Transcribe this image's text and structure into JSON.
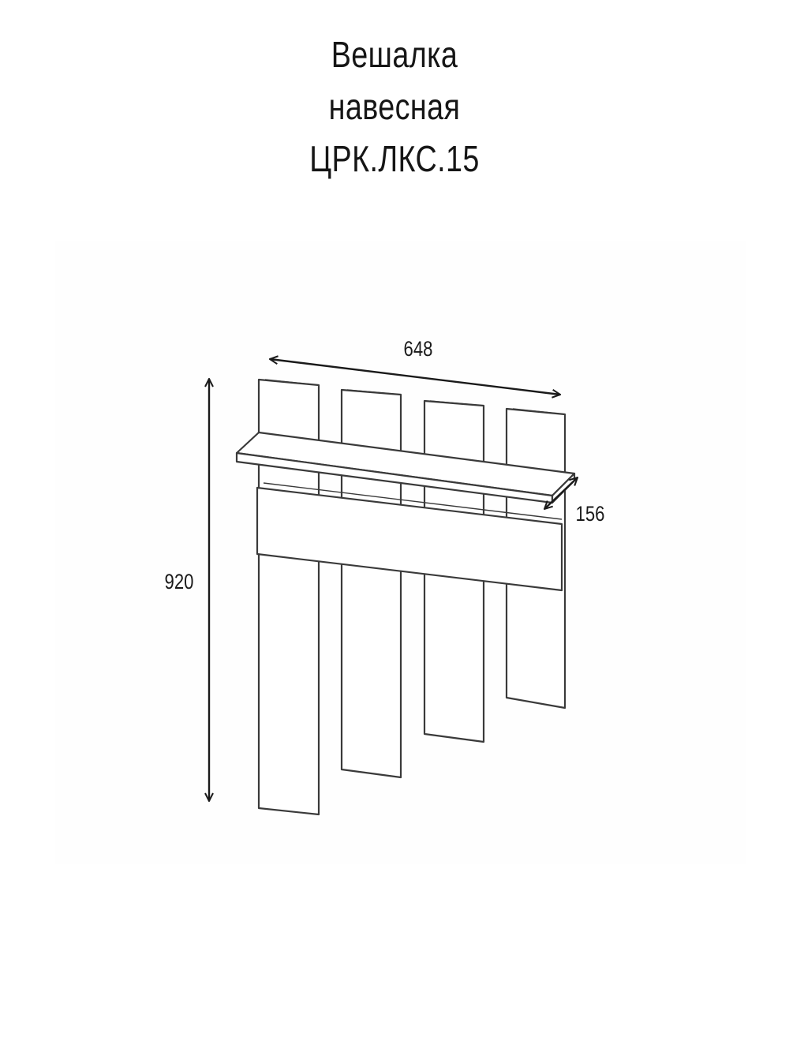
{
  "title": {
    "line1": "Вешалка",
    "line2": "навесная",
    "line3": "ЦРК.ЛКС.15"
  },
  "dimensions": {
    "width": "648",
    "height": "920",
    "depth": "156"
  },
  "colors": {
    "line": "#3a3a3a",
    "panel_fill": "#ffffff",
    "text": "#1a1a1a"
  }
}
